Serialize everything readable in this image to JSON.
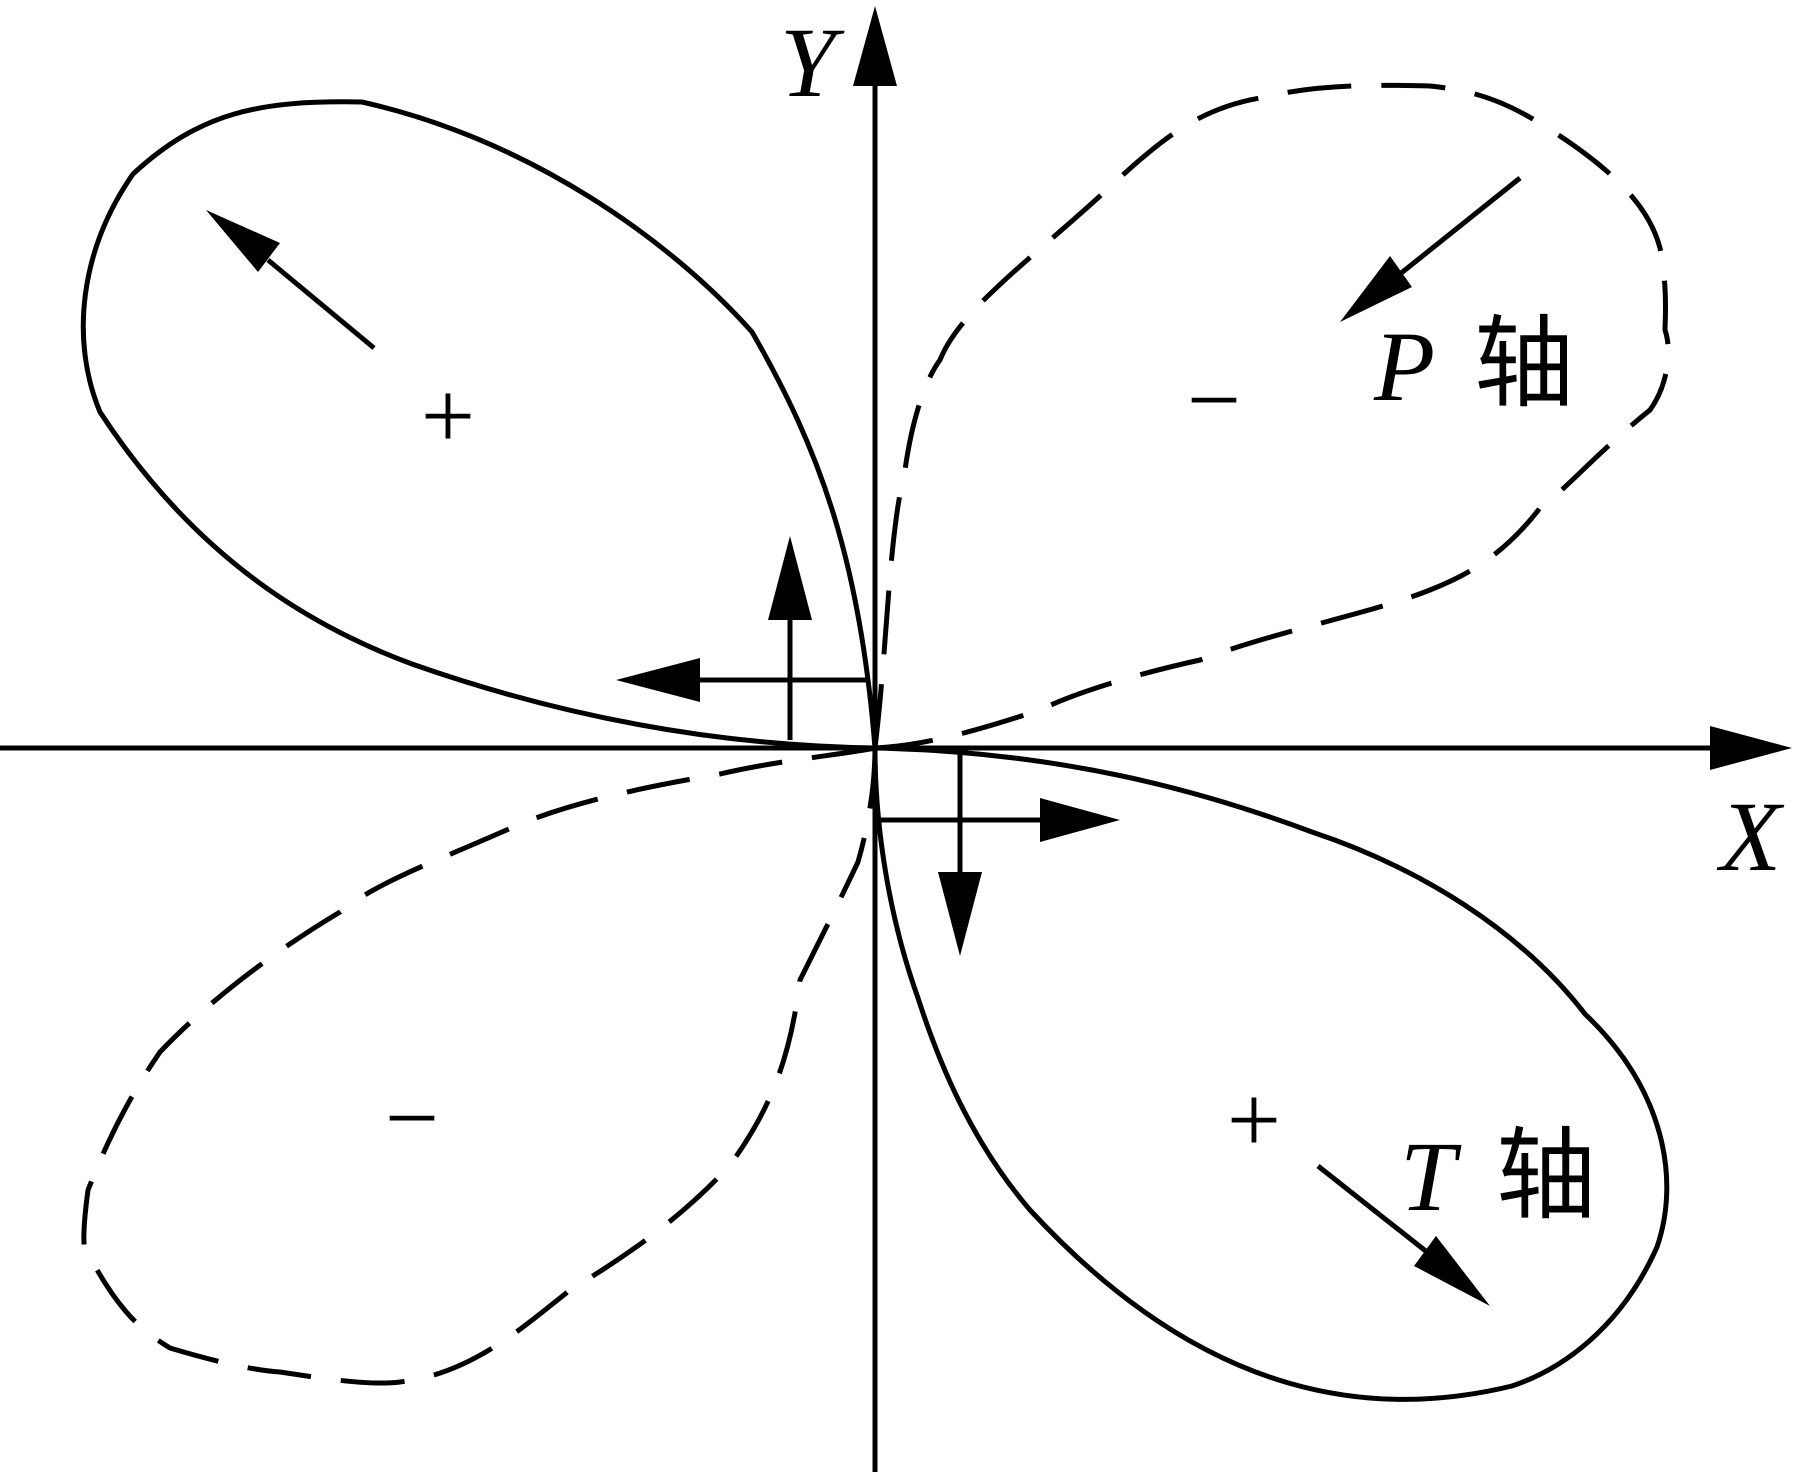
{
  "axes": {
    "x_label": "X",
    "y_label": "Y"
  },
  "lobes": {
    "upper_left_sign": "+",
    "upper_right_sign": "−",
    "lower_left_sign": "−",
    "lower_right_sign": "+"
  },
  "axis_labels": {
    "p_letter": "P",
    "t_letter": "T",
    "axis_char": "轴"
  },
  "colors": {
    "ink": "#000000",
    "background": "#ffffff"
  }
}
